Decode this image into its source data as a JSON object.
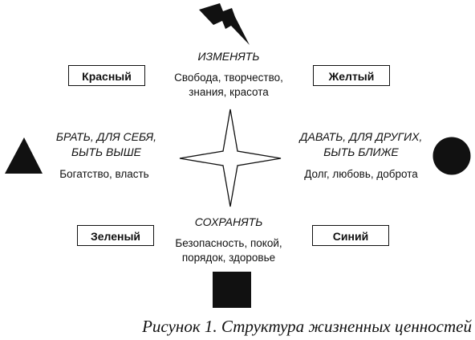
{
  "top": {
    "heading": "ИЗМЕНЯТЬ",
    "desc_line1": "Свобода, творчество,",
    "desc_line2": "знания, красота",
    "symbol": "lightning-icon"
  },
  "left": {
    "heading_line1": "БРАТЬ, ДЛЯ СЕБЯ,",
    "heading_line2": "БЫТЬ ВЫШЕ",
    "desc": "Богатство, власть",
    "symbol": "triangle-icon"
  },
  "right": {
    "heading_line1": "ДАВАТЬ, ДЛЯ ДРУГИХ,",
    "heading_line2": "БЫТЬ БЛИЖЕ",
    "desc": "Долг, любовь, доброта",
    "symbol": "circle-icon"
  },
  "bottom": {
    "heading": "СОХРАНЯТЬ",
    "desc_line1": "Безопасность, покой,",
    "desc_line2": "порядок, здоровье",
    "symbol": "square-icon"
  },
  "colors": {
    "top_left": "Красный",
    "top_right": "Желтый",
    "bottom_left": "Зеленый",
    "bottom_right": "Синий"
  },
  "center_symbol": "star-icon",
  "caption": "Рисунок 1. Структура жизненных ценностей",
  "palette": {
    "ink": "#111111",
    "background": "#ffffff"
  }
}
